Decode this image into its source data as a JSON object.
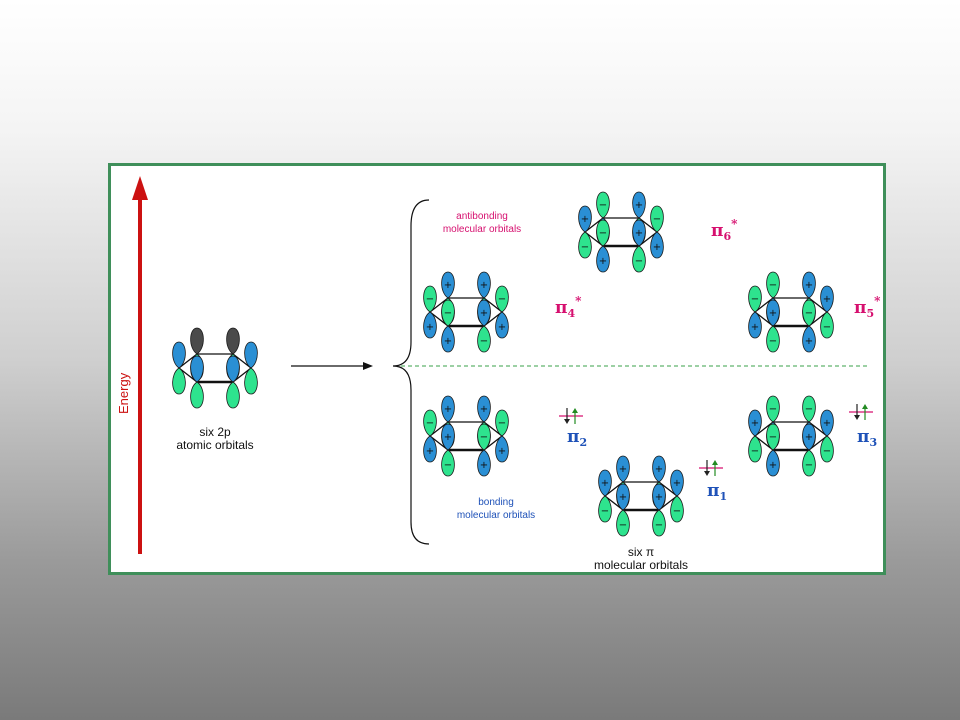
{
  "colors": {
    "panel_border": "#3f8f5a",
    "lobe_blue": "#2a8fd4",
    "lobe_green": "#2ee38e",
    "lobe_dark": "#4a4a4a",
    "energy_arrow": "#cc1111",
    "antibonding_text": "#d6106f",
    "bonding_text": "#1f52b8",
    "electron_up": "#228b22",
    "electron_down": "#222222"
  },
  "axis": {
    "label": "Energy"
  },
  "atomic": {
    "line1": "six 2p",
    "line2": "atomic orbitals"
  },
  "antibonding": {
    "line1": "antibonding",
    "line2": "molecular orbitals"
  },
  "bonding": {
    "line1": "bonding",
    "line2": "molecular orbitals"
  },
  "bottom": {
    "line1": "six π",
    "line2": "molecular orbitals"
  },
  "orbitals": {
    "pi1": {
      "base": "π",
      "sub": "1",
      "sup": ""
    },
    "pi2": {
      "base": "π",
      "sub": "2",
      "sup": ""
    },
    "pi3": {
      "base": "π",
      "sub": "3",
      "sup": ""
    },
    "pi4": {
      "base": "π",
      "sub": "4",
      "sup": "*"
    },
    "pi5": {
      "base": "π",
      "sub": "5",
      "sup": "*"
    },
    "pi6": {
      "base": "π",
      "sub": "6",
      "sup": "*"
    }
  },
  "signs": {
    "plus": "+",
    "minus": "−"
  },
  "icons": [
    "lobe-pair-icon",
    "electron-pair-icon",
    "energy-arrow-icon",
    "reaction-arrow-icon",
    "brace-icon"
  ]
}
